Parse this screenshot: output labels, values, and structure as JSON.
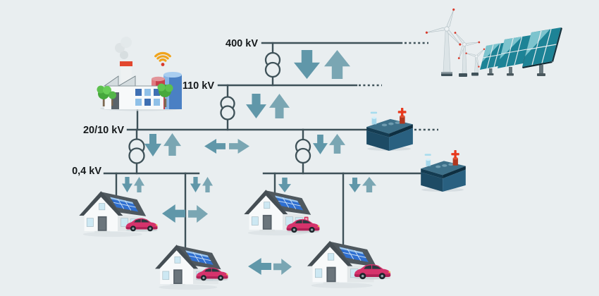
{
  "diagram": {
    "description": "Smart electricity grid scheme with four voltage levels and bidirectional power flows",
    "background_color": "#e9eef0",
    "wire_color": "#3e5158",
    "arrow_color_dark": "#6097a9",
    "arrow_color_light": "#7aa6b3",
    "accent_colors": {
      "battery_plus_red": "#e8391d",
      "battery_minus_blue": "#a5dcee",
      "ev_car_pink": "#d6336c",
      "solar_farm_teal": "#1d8396",
      "house_pv_blue": "#2f6fd0",
      "wifi_orange": "#f0a41d",
      "roof_gray": "#454e54"
    },
    "labels": {
      "ehv": "400 kV",
      "hv": "110 kV",
      "mv": "20/10 kV",
      "lv": "0,4 kV"
    },
    "voltage_levels": [
      {
        "key": "ehv",
        "label": "400 kV",
        "connected_assets": [
          "wind-farm",
          "solar-farm"
        ]
      },
      {
        "key": "hv",
        "label": "110 kV",
        "connected_assets": []
      },
      {
        "key": "mv",
        "label": "20/10 kV",
        "connected_assets": [
          "factory",
          "battery"
        ]
      },
      {
        "key": "lv",
        "label": "0,4 kV",
        "connected_assets": [
          "houses",
          "ev-cars",
          "battery"
        ]
      }
    ],
    "transformers": [
      {
        "between": [
          "400 kV",
          "110 kV"
        ]
      },
      {
        "between": [
          "110 kV",
          "20/10 kV"
        ]
      },
      {
        "between": [
          "20/10 kV",
          "0,4 kV"
        ],
        "branch": "left"
      },
      {
        "between": [
          "20/10 kV",
          "0,4 kV"
        ],
        "branch": "right"
      }
    ],
    "power_flows": [
      {
        "at": "400kV-110kV transformer",
        "arrows": [
          "down",
          "up"
        ]
      },
      {
        "at": "110kV-20/10kV transformer",
        "arrows": [
          "down",
          "up"
        ]
      },
      {
        "at": "20/10kV-0,4kV left transformer",
        "arrows": [
          "down",
          "up"
        ]
      },
      {
        "at": "20/10kV bus exchange",
        "arrows": [
          "left",
          "right"
        ]
      },
      {
        "at": "20/10kV-0,4kV right transformer",
        "arrows": [
          "down",
          "up"
        ]
      },
      {
        "at": "0,4kV left feeder house 1",
        "arrows": [
          "down",
          "up"
        ]
      },
      {
        "at": "0,4kV left feeder house 2",
        "arrows": [
          "down",
          "up"
        ]
      },
      {
        "at": "exchange between left houses",
        "arrows": [
          "left",
          "right"
        ]
      },
      {
        "at": "0,4kV right feeder house 3",
        "arrows": [
          "down"
        ]
      },
      {
        "at": "0,4kV right feeder house 4",
        "arrows": [
          "down",
          "up"
        ]
      },
      {
        "at": "exchange between right houses",
        "arrows": [
          "left",
          "right"
        ]
      }
    ],
    "assets": {
      "factory": {
        "icon": "factory-icon",
        "count": 1,
        "extra": "wifi-icon"
      },
      "wind_farm": {
        "icon": "wind-turbine-icon",
        "count": 3
      },
      "solar_farm": {
        "icon": "solar-panel-icon",
        "count": 3
      },
      "batteries": {
        "icon": "battery-icon",
        "count": 2
      },
      "houses": {
        "icon": "house-icon",
        "count": 4,
        "features": [
          "rooftop-pv",
          "ev-charger"
        ]
      },
      "ev_cars": {
        "icon": "ev-car-icon",
        "count": 4
      }
    }
  }
}
